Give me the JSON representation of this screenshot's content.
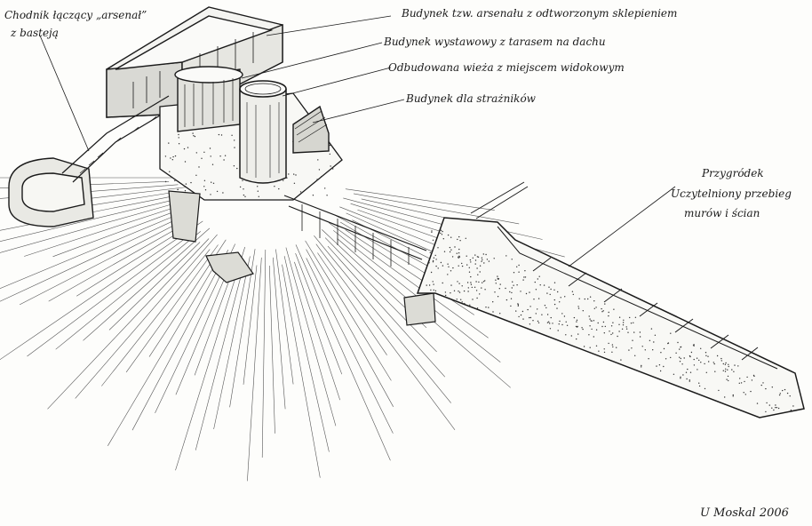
{
  "labels": {
    "walkway": "Chodnik łączący „arsenał”",
    "walkway_2": "z basteją",
    "arsenal": "Budynek tzw. arsenału z odtworzonym sklepieniem",
    "exhibition": "Budynek wystawowy z tarasem na dachu",
    "tower": "Odbudowana wieża z miejscem widokowym",
    "guards": "Budynek dla strażników",
    "garden_1": "Przygródek",
    "garden_2": "Uczytelniony przebieg",
    "garden_3": "murów i ścian"
  },
  "signature": "U Moskal 2006",
  "colors": {
    "ink": "#1a1a1a",
    "paper": "#fdfdfb"
  }
}
